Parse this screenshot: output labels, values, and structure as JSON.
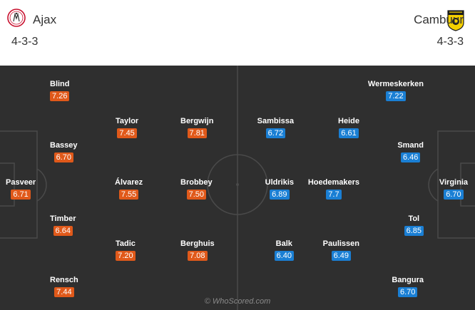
{
  "home": {
    "name": "Ajax",
    "formation": "4-3-3",
    "logo_icon": "ajax-crest-icon",
    "color": "#e0591a",
    "players": [
      {
        "name": "Pasveer",
        "rating": "6.71"
      },
      {
        "name": "Blind",
        "rating": "7.26"
      },
      {
        "name": "Bassey",
        "rating": "6.70"
      },
      {
        "name": "Timber",
        "rating": "6.64"
      },
      {
        "name": "Rensch",
        "rating": "7.44"
      },
      {
        "name": "Taylor",
        "rating": "7.45"
      },
      {
        "name": "Álvarez",
        "rating": "7.55"
      },
      {
        "name": "Tadic",
        "rating": "7.20"
      },
      {
        "name": "Bergwijn",
        "rating": "7.81"
      },
      {
        "name": "Brobbey",
        "rating": "7.50"
      },
      {
        "name": "Berghuis",
        "rating": "7.08"
      }
    ]
  },
  "away": {
    "name": "Cambuur",
    "formation": "4-3-3",
    "logo_icon": "cambuur-crest-icon",
    "color": "#1a7fd4",
    "players": [
      {
        "name": "Virginia",
        "rating": "6.70"
      },
      {
        "name": "Wermeskerken",
        "rating": "7.22"
      },
      {
        "name": "Smand",
        "rating": "6.46"
      },
      {
        "name": "Tol",
        "rating": "6.85"
      },
      {
        "name": "Bangura",
        "rating": "6.70"
      },
      {
        "name": "Heide",
        "rating": "6.61"
      },
      {
        "name": "Hoedemakers",
        "rating": "7.7"
      },
      {
        "name": "Paulissen",
        "rating": "6.49"
      },
      {
        "name": "Sambissa",
        "rating": "6.72"
      },
      {
        "name": "Uldrikis",
        "rating": "6.89"
      },
      {
        "name": "Balk",
        "rating": "6.40"
      }
    ]
  },
  "watermark": "© WhoScored.com"
}
